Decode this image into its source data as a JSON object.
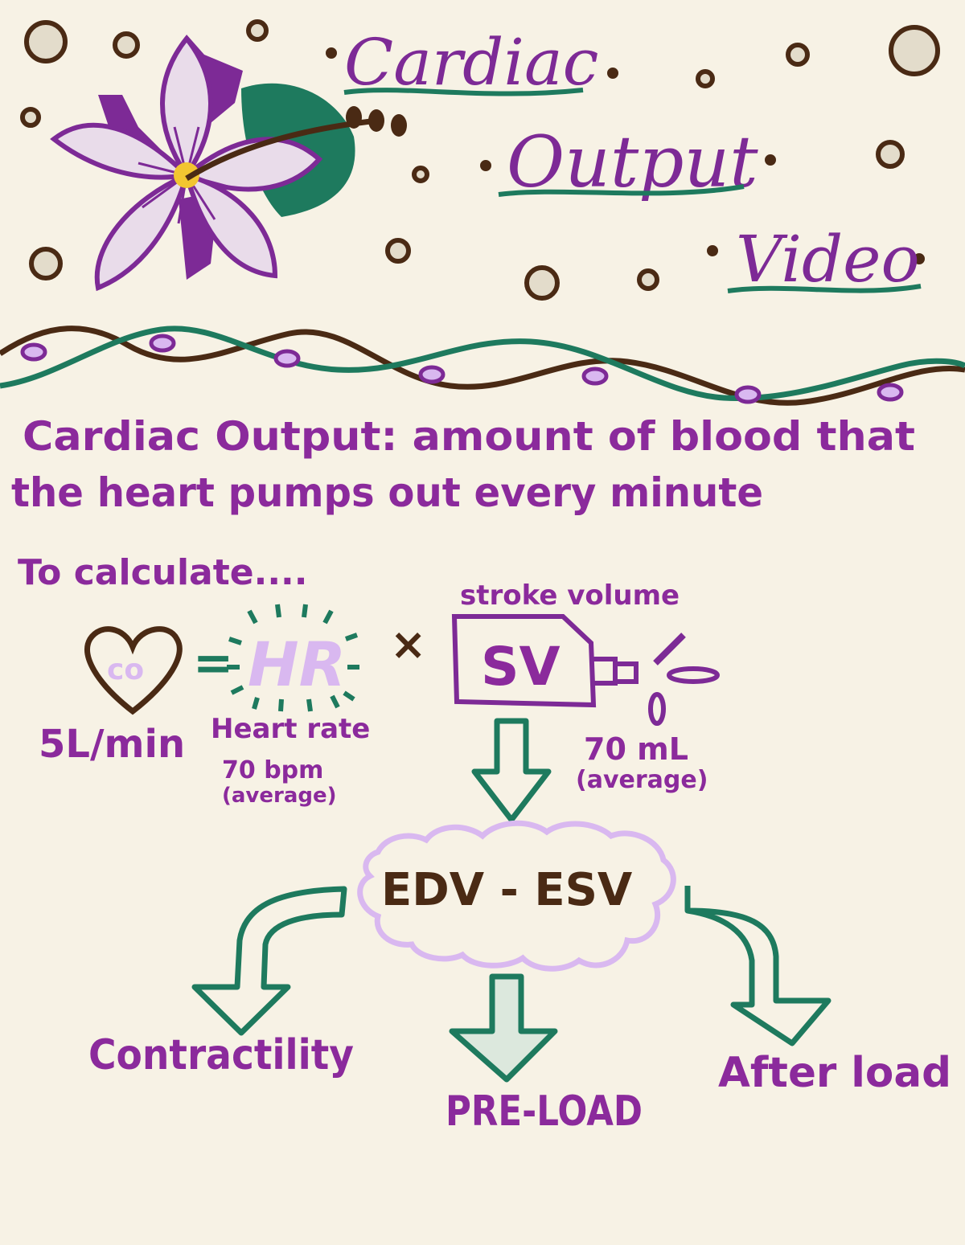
{
  "title": {
    "line1": "Cardiac",
    "line2": "Output",
    "line3": "Video"
  },
  "definition": {
    "line1": "Cardiac Output: amount of blood that",
    "line2": "the heart pumps out every minute"
  },
  "calculate_label": "To calculate....",
  "formula": {
    "co_label": "co",
    "equals": "=",
    "hr_label": "HR",
    "times": "×",
    "sv_caption": "stroke volume",
    "sv_label": "SV",
    "co_value": "5L/min",
    "hr_caption": "Heart rate",
    "hr_value": "70 bpm",
    "hr_note": "(average)",
    "sv_value": "70 mL",
    "sv_note": "(average)"
  },
  "sv_formula": "EDV - ESV",
  "factors": {
    "left": "Contractility",
    "middle": "PRE-LOAD",
    "right": "After load"
  },
  "colors": {
    "background": "#f7f2e5",
    "purple": "#8b2a9c",
    "lavender": "#d9b8f0",
    "green": "#1e7a5e",
    "brown": "#4a2a14",
    "flower_petal": "#e9dcea",
    "flower_center": "#f2c531",
    "dot_fill": "#e3dccb"
  },
  "icons": [
    "flower-icon",
    "heart-icon",
    "syringe-icon",
    "cloud-icon",
    "arrow-down-icon"
  ]
}
